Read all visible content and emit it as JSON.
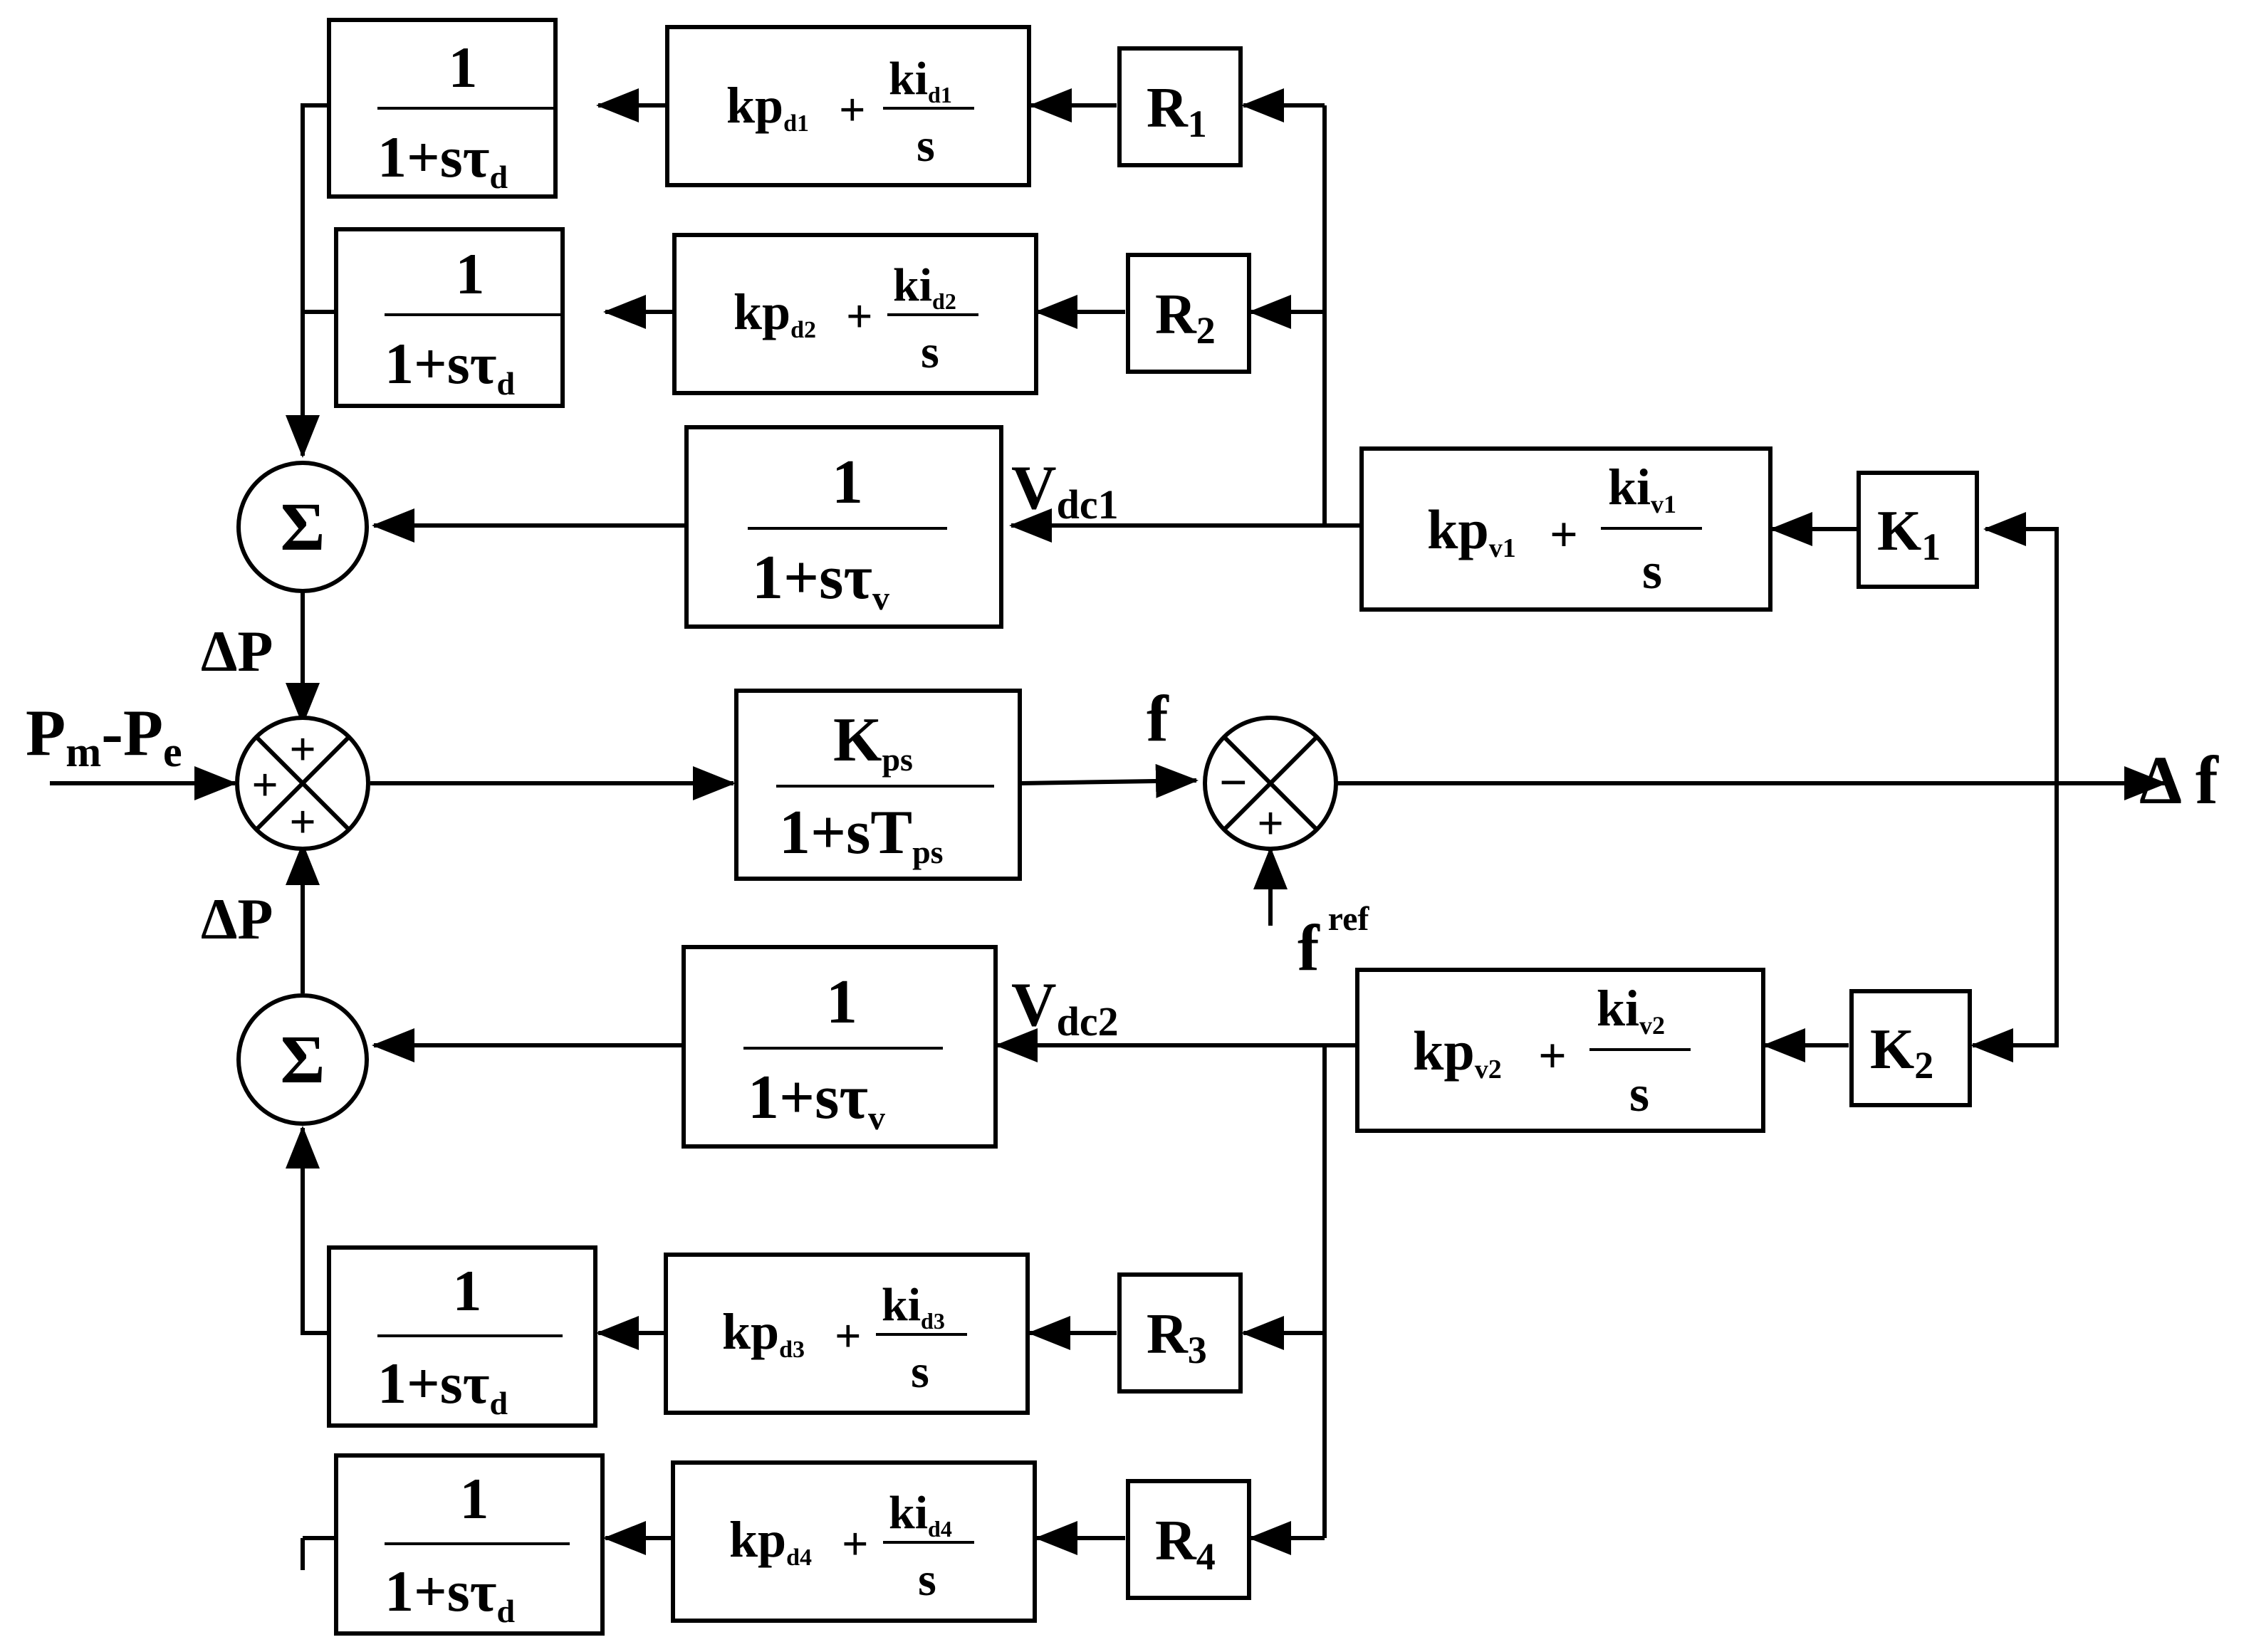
{
  "blocks": {
    "lag_d1": {
      "num": "1",
      "den": "1+sτ",
      "sub": "d"
    },
    "lag_d2": {
      "num": "1",
      "den": "1+sτ",
      "sub": "d"
    },
    "lag_d3": {
      "num": "1",
      "den": "1+sτ",
      "sub": "d"
    },
    "lag_d4": {
      "num": "1",
      "den": "1+sτ",
      "sub": "d"
    },
    "pi_d1": {
      "kp": "kp",
      "kp_sub": "d1",
      "plus": "+",
      "ki": "ki",
      "ki_sub": "d1",
      "den": "s"
    },
    "pi_d2": {
      "kp": "kp",
      "kp_sub": "d2",
      "plus": "+",
      "ki": "ki",
      "ki_sub": "d2",
      "den": "s"
    },
    "pi_d3": {
      "kp": "kp",
      "kp_sub": "d3",
      "plus": "+",
      "ki": "ki",
      "ki_sub": "d3",
      "den": "s"
    },
    "pi_d4": {
      "kp": "kp",
      "kp_sub": "d4",
      "plus": "+",
      "ki": "ki",
      "ki_sub": "d4",
      "den": "s"
    },
    "R1": {
      "main": "R",
      "sub": "1"
    },
    "R2": {
      "main": "R",
      "sub": "2"
    },
    "R3": {
      "main": "R",
      "sub": "3"
    },
    "R4": {
      "main": "R",
      "sub": "4"
    },
    "lag_v1": {
      "num": "1",
      "den": "1+sτ",
      "sub": "v"
    },
    "lag_v2": {
      "num": "1",
      "den": "1+sτ",
      "sub": "v"
    },
    "pi_v1": {
      "kp": "kp",
      "kp_sub": "v1",
      "plus": "+",
      "ki": "ki",
      "ki_sub": "v1",
      "den": "s"
    },
    "pi_v2": {
      "kp": "kp",
      "kp_sub": "v2",
      "plus": "+",
      "ki": "ki",
      "ki_sub": "v2",
      "den": "s"
    },
    "K1": {
      "main": "K",
      "sub": "1"
    },
    "K2": {
      "main": "K",
      "sub": "2"
    },
    "plant": {
      "num": "K",
      "num_sub": "ps",
      "den": "1+sT",
      "den_sub": "ps"
    }
  },
  "junctions": {
    "sigma_symbol": "Σ",
    "main_sum_signs": [
      "+",
      "+",
      "+"
    ],
    "freq_sum_signs": [
      "−",
      "+"
    ]
  },
  "labels": {
    "vdc1": {
      "main": "V",
      "sub": "dc1"
    },
    "vdc2": {
      "main": "V",
      "sub": "dc2"
    },
    "dp_top": "ΔP",
    "dp_bottom": "ΔP",
    "pm_pe": {
      "p1": "P",
      "m": "m",
      "dash": "-",
      "p2": "P",
      "e": "e"
    },
    "f": "f",
    "fref": {
      "main": "f",
      "sup": "ref"
    },
    "delta_f": "Δ f"
  }
}
